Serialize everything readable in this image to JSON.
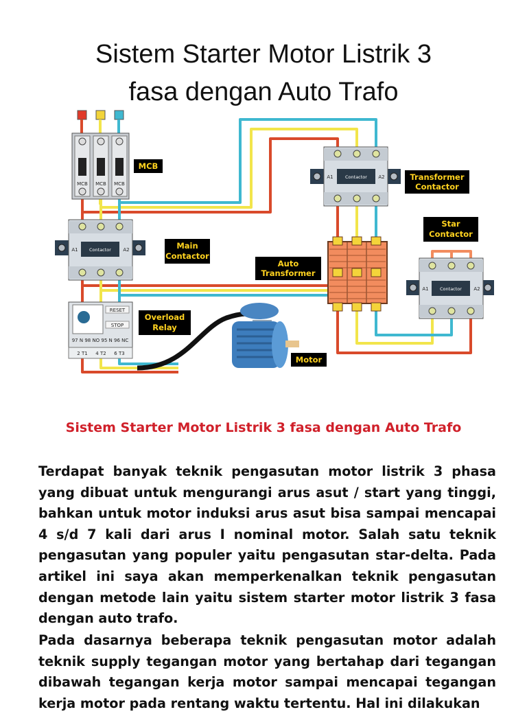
{
  "document": {
    "title_line1": "Sistem Starter Motor Listrik 3",
    "title_line2": "fasa dengan Auto Trafo",
    "caption": "Sistem Starter Motor Listrik 3 fasa dengan Auto Trafo",
    "paragraph1": "Terdapat banyak teknik pengasutan motor listrik 3 phasa yang dibuat untuk mengurangi arus asut / start yang tinggi, bahkan untuk motor induksi arus asut bisa sampai mencapai 4 s/d 7 kali dari arus I nominal motor. Salah satu teknik pengasutan yang populer yaitu pengasutan star-delta. Pada artikel ini saya akan memperkenalkan teknik pengasutan dengan metode lain yaitu sistem starter motor listrik 3 fasa dengan auto trafo.",
    "paragraph2": "Pada dasarnya beberapa teknik pengasutan motor adalah teknik supply tegangan motor yang bertahap dari tegangan dibawah tegangan kerja motor sampai mencapai tegangan kerja motor pada rentang waktu tertentu. Hal ini dilakukan"
  },
  "diagram": {
    "labels": {
      "mcb": "MCB",
      "main_contactor_1": "Main",
      "main_contactor_2": "Contactor",
      "transformer_contactor_1": "Transformer",
      "transformer_contactor_2": "Contactor",
      "star_contactor_1": "Star",
      "star_contactor_2": "Contactor",
      "auto_transformer_1": "Auto",
      "auto_transformer_2": "Transformer",
      "overload_relay_1": "Overload",
      "overload_relay_2": "Relay",
      "motor": "Motor"
    },
    "device_text": {
      "contactor": "Contactor",
      "a1": "A1",
      "a2": "A2",
      "mcb": "MCB",
      "reset": "RESET",
      "stop": "STOP",
      "relay_terminals": "97 N  98 NO  95 N  96 NC",
      "t1": "2 T1",
      "t2": "4 T2",
      "t3": "6 T3"
    },
    "colors": {
      "red_phase": "#d94a2b",
      "yellow_phase": "#f2e54b",
      "blue_phase": "#3fb8d0",
      "label_bg": "#000000",
      "label_text": "#ffd21f",
      "device_body": "#d7dde3",
      "transformer": "#f28c5e"
    }
  }
}
